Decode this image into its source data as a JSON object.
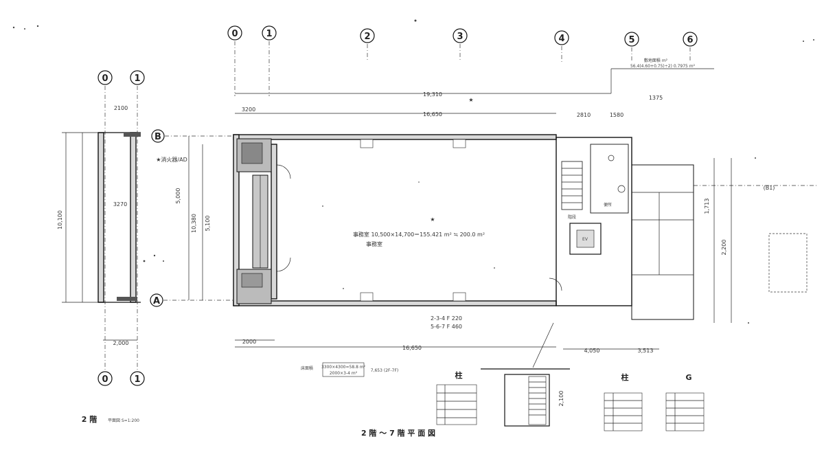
{
  "grid_top": [
    "0",
    "1",
    "2",
    "3",
    "4",
    "5",
    "6"
  ],
  "grid_left_pair": [
    "0",
    "1"
  ],
  "grid_rows": [
    "B",
    "A"
  ],
  "dimensions": {
    "overall_top": "19,310",
    "inner_top": "16,650",
    "left_offset": "3200",
    "bay_4_5": "2810",
    "bay_5": "1580",
    "right_top": "1375",
    "overall_left": "10,100",
    "left_inner": "5,100",
    "left_mid": "5,000",
    "left_total": "10,380",
    "bottom_main": "16,650",
    "bottom_left": "2000",
    "bottom_right_a": "4,050",
    "bottom_right_b": "3,513",
    "col_a": "2,000",
    "section_top": "2100",
    "section_mid": "3270",
    "elev_right": "2,100",
    "side_right": "1,713",
    "side_right2": "2,200"
  },
  "annotations": {
    "area_note": "事務室 10,500×14,700＝155.421 m² ≒ 200.0 m²",
    "area_label": "事務室",
    "top_right_note": "敷地面積 m²",
    "top_right_calc": "56.4(4.60+0.75)÷2) 0.7975 m²",
    "left_star_note": "★消火器/AD",
    "bottom_note_1": "2-3-4 F  220",
    "bottom_note_2": "5-6-7 F  460",
    "bottom_calc_1": "3300×4300=58.8 m²",
    "bottom_calc_2": "2000×3-4 m²",
    "bottom_calc_label": "床面積",
    "bottom_calc_total": "7,653  (2F-7F)",
    "side_label": "(B1)",
    "stair_note": "階段",
    "wc_note": "便所",
    "elevator_note": "EV"
  },
  "tables": {
    "col_title": "柱",
    "beam_title": "柱",
    "beam2_title": "G"
  },
  "titles": {
    "main_title": "2 階 ～ 7 階   平 面 図",
    "section_title": "2 階",
    "section_sub": "平面図 S=1:200"
  }
}
